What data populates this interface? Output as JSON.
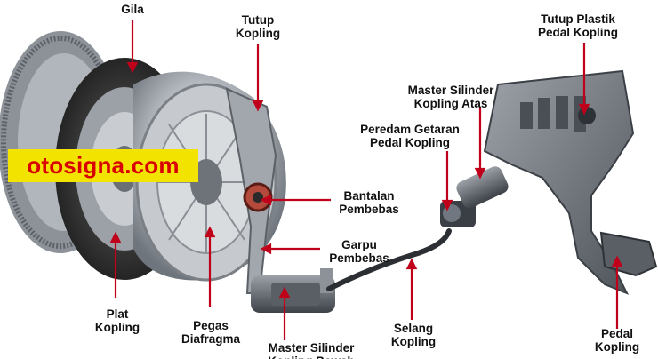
{
  "watermark": {
    "text": "otosigna.com",
    "bg": "#f2e400",
    "color": "#d80000"
  },
  "callout_color": "#c0001a",
  "labels": {
    "gila": "Gila",
    "tutup_kopling": "Tutup\nKopling",
    "tutup_plastik": "Tutup Plastik\nPedal Kopling",
    "master_atas": "Master Silinder\nKopling Atas",
    "peredam": "Peredam Getaran\nPedal Kopling",
    "bantalan": "Bantalan\nPembebas",
    "garpu": "Garpu\nPembebas",
    "plat": "Plat\nKopling",
    "pegas": "Pegas\nDiafragma",
    "master_bawah": "Master Silinder\nKopling Bawah",
    "selang": "Selang\nKopling",
    "pedal": "Pedal\nKopling"
  }
}
